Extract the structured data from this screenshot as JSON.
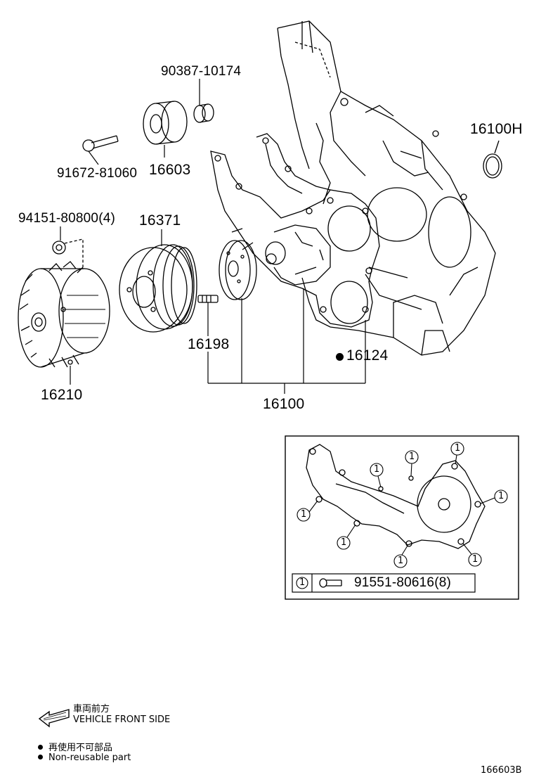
{
  "parts": {
    "p90387": "90387-10174",
    "p16100h": "16100H",
    "p91672": "91672-81060",
    "p16603": "16603",
    "p94151": "94151-80800(4)",
    "p16371": "16371",
    "p16198": "16198",
    "p16124": "16124",
    "p16210": "16210",
    "p16100": "16100"
  },
  "inset": {
    "callout_number": "1",
    "legend_number": "1",
    "legend_part": "91551-80616(8)"
  },
  "legend": {
    "front_jp": "車両前方",
    "front_en": "VEHICLE FRONT SIDE",
    "nonreusable_jp": "再使用不可部品",
    "nonreusable_en": "Non-reusable part"
  },
  "figure_ref": "166603B"
}
